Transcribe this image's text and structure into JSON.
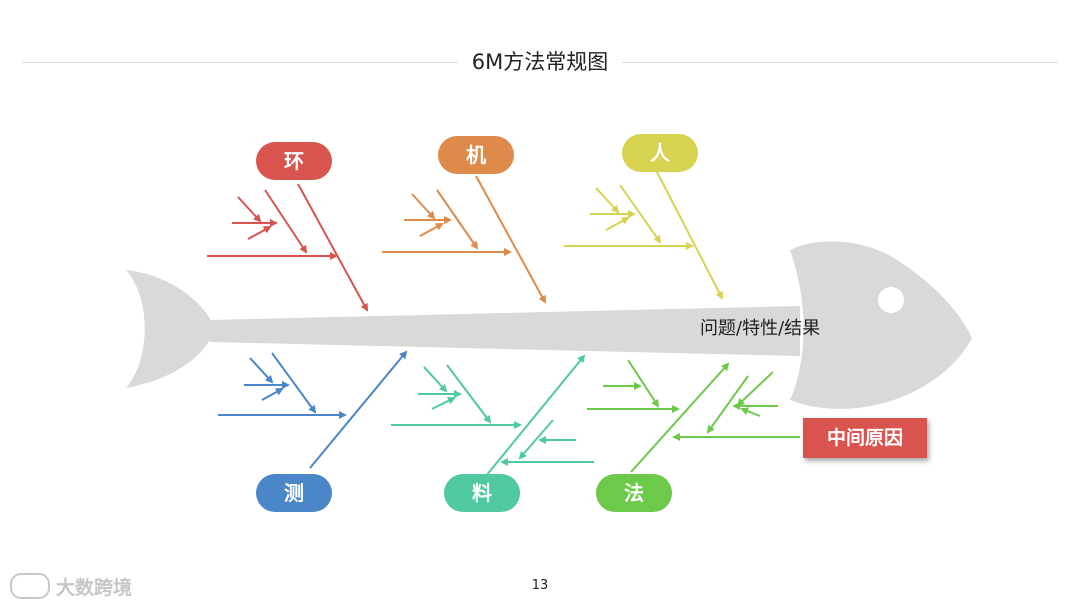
{
  "title": "6M方法常规图",
  "result_label": "问题/特性/结果",
  "intermediate_cause": "中间原因",
  "page_number": "13",
  "watermark": "大数跨境",
  "colors": {
    "fish": "#d9d9d9",
    "env": "#d9534f",
    "machine": "#dd8a4a",
    "man": "#d7d250",
    "measure": "#4a86c8",
    "material": "#4ec9a0",
    "method": "#6cc94a",
    "intermediate": "#d9534f"
  },
  "categories": {
    "env": "环",
    "machine": "机",
    "man": "人",
    "measure": "测",
    "material": "料",
    "method": "法"
  }
}
